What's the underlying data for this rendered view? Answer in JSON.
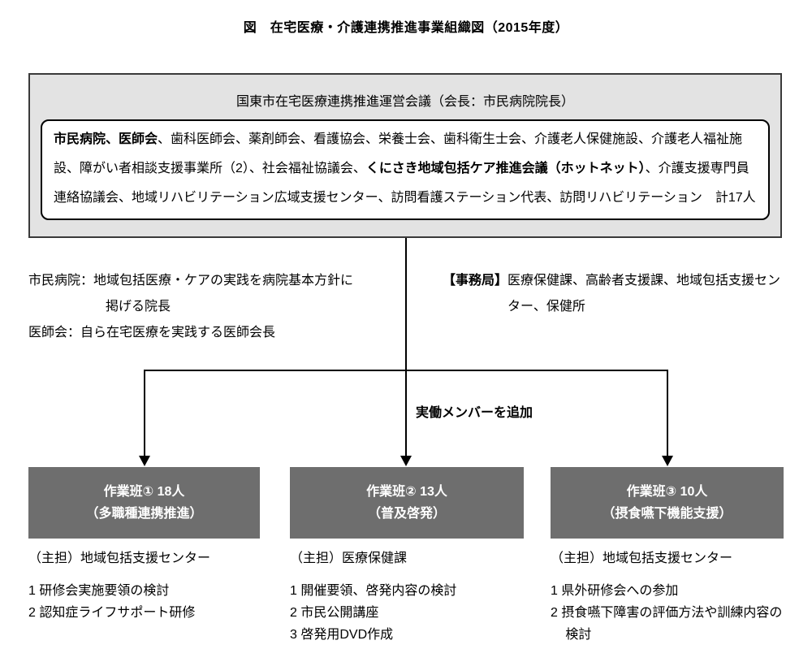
{
  "title": "図　在宅医療・介護連携推進事業組織図（2015年度）",
  "council": {
    "header": "国東市在宅医療連携推進運営会議（会長：市民病院院長）",
    "members": {
      "bold1": "市民病院、医師会",
      "seg1": "、歯科医師会、薬剤師会、看護協会、栄養士会、歯科衛生士会、介護老人保健施設、介護老人福祉施設、障がい者相談支援事業所（2）、社会福祉協議会、",
      "bold2": "くにさき地域包括ケア推進会議（ホットネット）",
      "seg2": "、介護支援専門員連絡協議会、地域リハビリテーション広域支援センター、訪問看護ステーション代表、訪問リハビリテーション　計17人"
    }
  },
  "notes_left": {
    "line1": "市民病院：地域包括医療・ケアの実践を病院基本方針に",
    "line2": "掲げる院長",
    "line3": "医師会：自ら在宅医療を実践する医師会長"
  },
  "notes_right": {
    "label": "【事務局】",
    "line1_rest": "医療保健課、高齢者支援課、地域包括支援セン",
    "line2": "ター、保健所"
  },
  "arrow_label": "実働メンバーを追加",
  "groups": [
    {
      "title": "作業班① 18人",
      "subtitle": "（多職種連携推進）",
      "lead": "（主担）地域包括支援センター",
      "items": [
        "1 研修会実施要領の検討",
        "2 認知症ライフサポート研修"
      ]
    },
    {
      "title": "作業班② 13人",
      "subtitle": "（普及啓発）",
      "lead": "（主担）医療保健課",
      "items": [
        "1 開催要領、啓発内容の検討",
        "2 市民公開講座",
        "3 啓発用DVD作成"
      ]
    },
    {
      "title": "作業班③ 10人",
      "subtitle": "（摂食嚥下機能支援）",
      "lead": "（主担）地域包括支援センター",
      "items": [
        "1 県外研修会への参加",
        "2 摂食嚥下障害の評価方法や訓練内容の検討"
      ]
    }
  ],
  "colors": {
    "council_bg": "#e3e3e3",
    "group_box_bg": "#6e6e6e",
    "line": "#000000"
  }
}
